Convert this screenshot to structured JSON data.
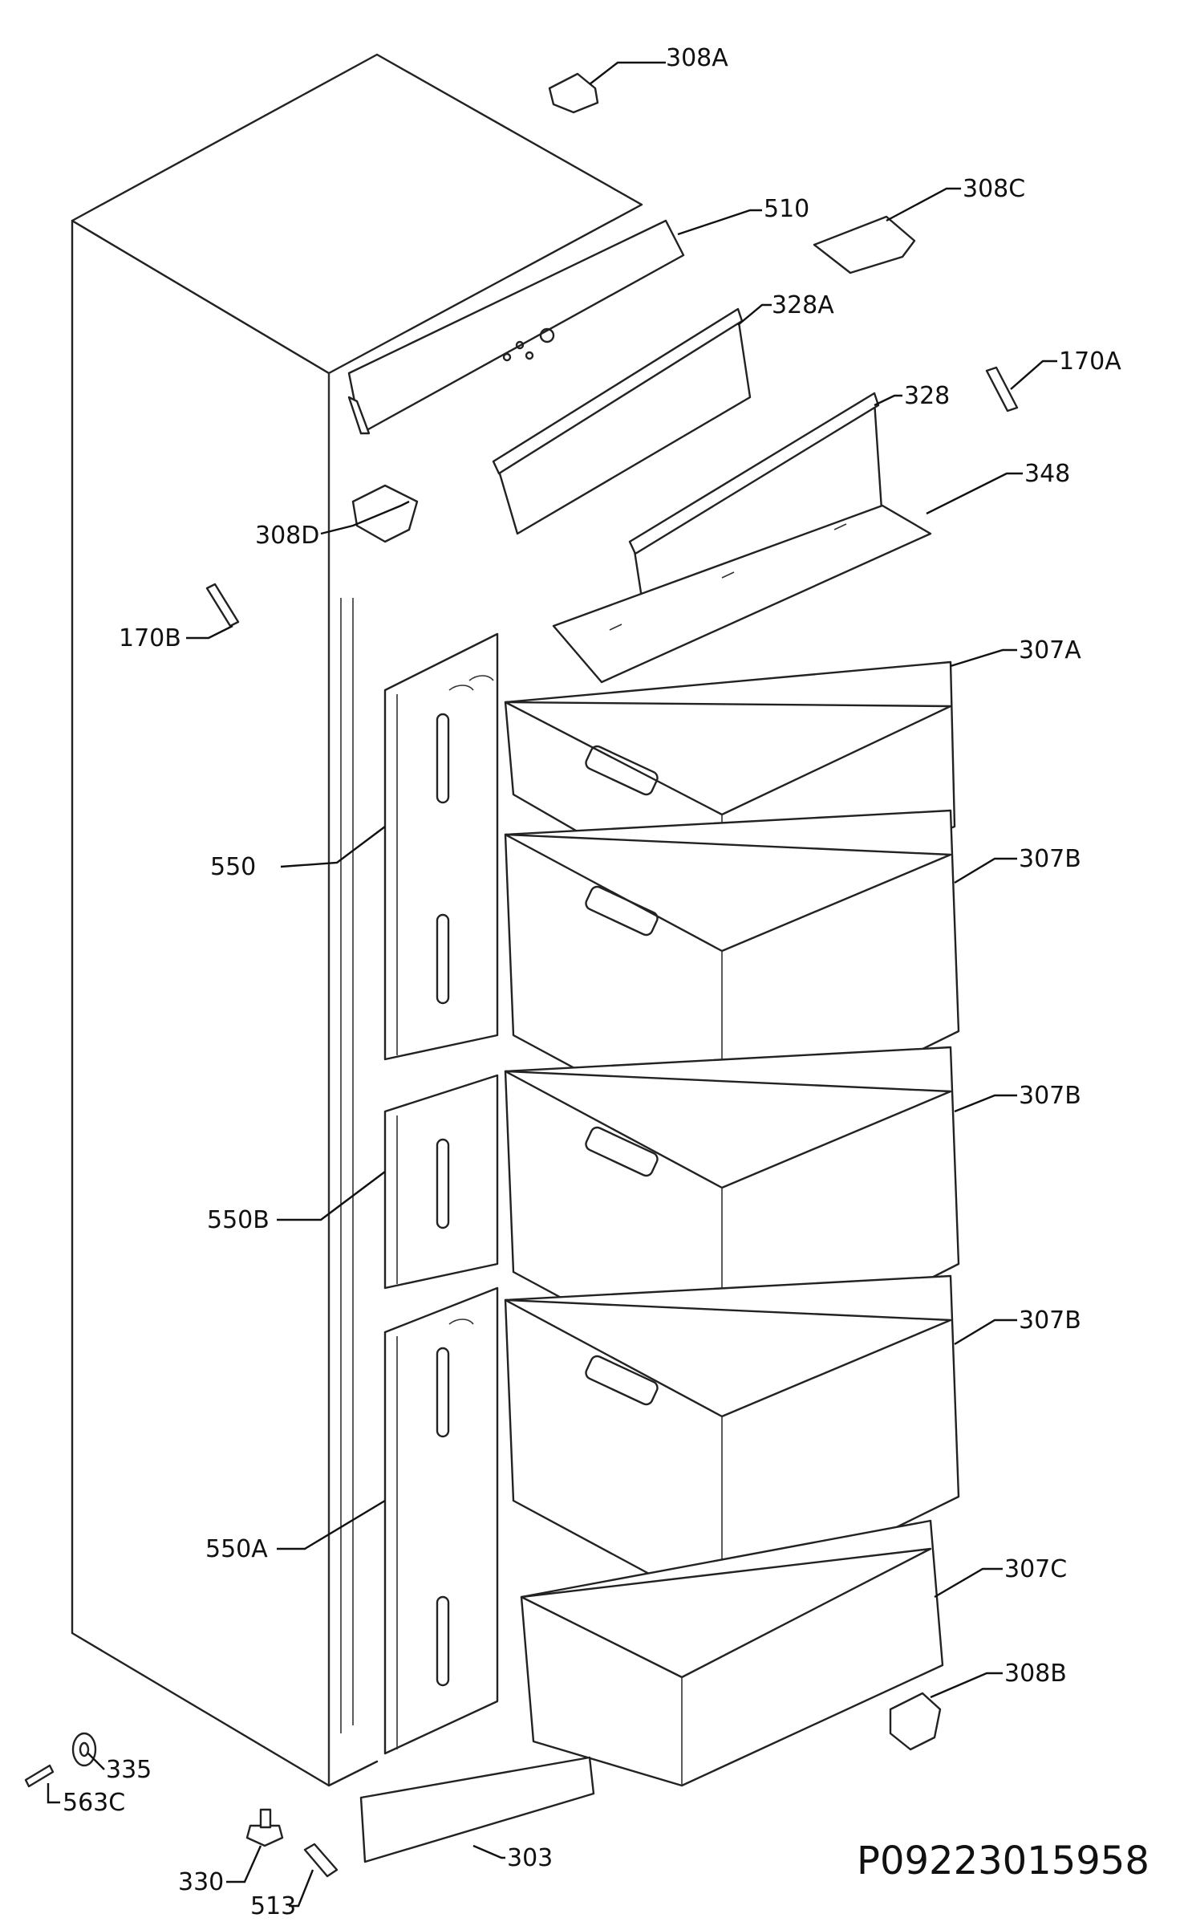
{
  "labels": {
    "l308a": "308A",
    "l510": "510",
    "l308c": "308C",
    "l328a": "328A",
    "l170a": "170A",
    "l328": "328",
    "l348": "348",
    "l308d": "308D",
    "l170b": "170B",
    "l307a": "307A",
    "l550": "550",
    "l307b_1": "307B",
    "l307b_2": "307B",
    "l550b": "550B",
    "l307b_3": "307B",
    "l550a": "550A",
    "l307c": "307C",
    "l308b": "308B",
    "l335": "335",
    "l563c": "563C",
    "l303": "303",
    "l330": "330",
    "l513": "513"
  },
  "document_code": "P09223015958"
}
